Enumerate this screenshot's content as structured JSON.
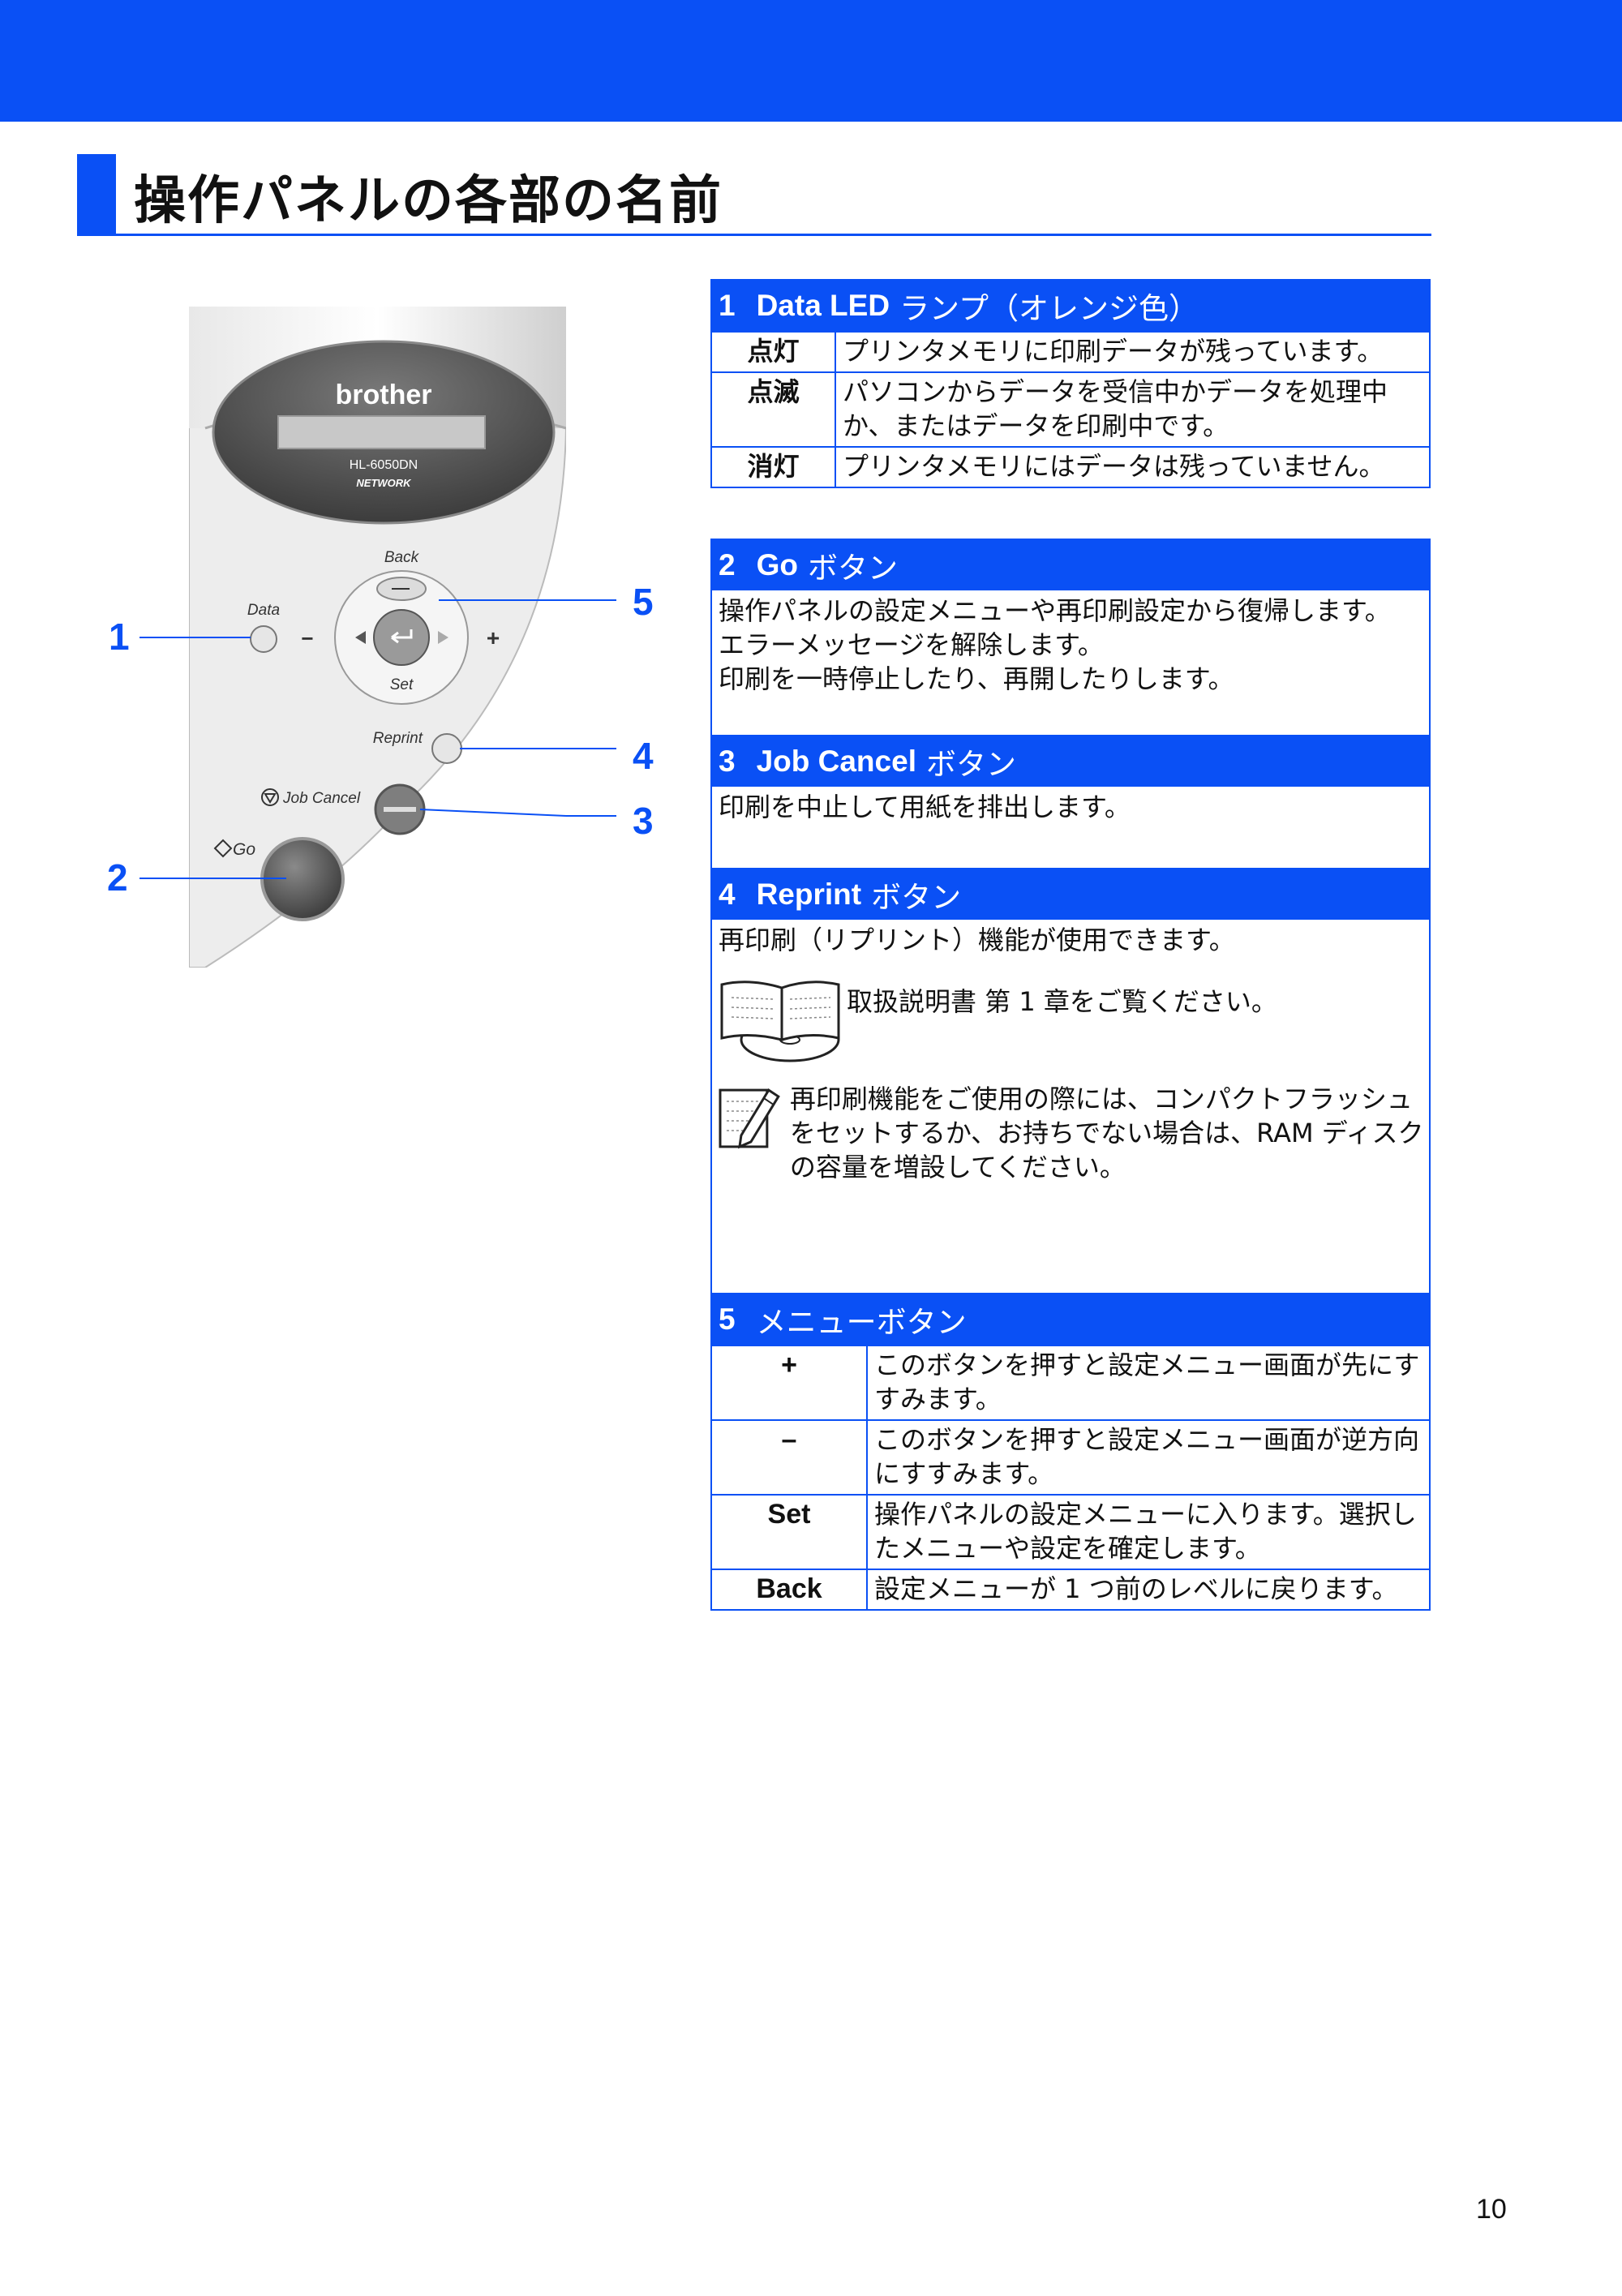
{
  "page": {
    "title": "操作パネルの各部の名前",
    "page_number": "10",
    "accent_color": "#0a50f5"
  },
  "figure": {
    "brand": "brother",
    "model": "HL-6050DN",
    "network_logo": "NETWORK",
    "labels": {
      "data": "Data",
      "back": "Back",
      "set": "Set",
      "minus": "−",
      "plus": "+",
      "reprint": "Reprint",
      "job_cancel": "Job Cancel",
      "go": "Go"
    },
    "callouts": [
      "1",
      "2",
      "3",
      "4",
      "5"
    ]
  },
  "sections": {
    "data_led": {
      "num": "1",
      "bold": "Data LED",
      "rest": "ランプ（オレンジ色）",
      "rows": [
        {
          "key": "点灯",
          "value": "プリンタメモリに印刷データが残っています。"
        },
        {
          "key": "点滅",
          "value": "パソコンからデータを受信中かデータを処理中か、またはデータを印刷中です。"
        },
        {
          "key": "消灯",
          "value": "プリンタメモリにはデータは残っていません。"
        }
      ]
    },
    "go": {
      "num": "2",
      "bold": "Go",
      "rest": "ボタン",
      "lines": [
        "操作パネルの設定メニューや再印刷設定から復帰します。",
        "エラーメッセージを解除します。",
        "印刷を一時停止したり、再開したりします。"
      ]
    },
    "job_cancel": {
      "num": "3",
      "bold": "Job Cancel",
      "rest": "ボタン",
      "text": "印刷を中止して用紙を排出します。"
    },
    "reprint": {
      "num": "4",
      "bold": "Reprint",
      "rest": "ボタン",
      "text": "再印刷（リプリント）機能が使用できます。",
      "manual_ref": "取扱説明書 第 1 章をご覧ください。",
      "note": "再印刷機能をご使用の際には、コンパクトフラッシュをセットするか、お持ちでない場合は、RAM ディスクの容量を増設してください。"
    },
    "menu": {
      "num": "5",
      "title": "メニューボタン",
      "rows": [
        {
          "key": "+",
          "value": "このボタンを押すと設定メニュー画面が先にすすみます。"
        },
        {
          "key": "–",
          "value": "このボタンを押すと設定メニュー画面が逆方向にすすみます。"
        },
        {
          "key": "Set",
          "value": "操作パネルの設定メニューに入ります。選択したメニューや設定を確定します。"
        },
        {
          "key": "Back",
          "value": "設定メニューが 1 つ前のレベルに戻ります。"
        }
      ]
    }
  }
}
